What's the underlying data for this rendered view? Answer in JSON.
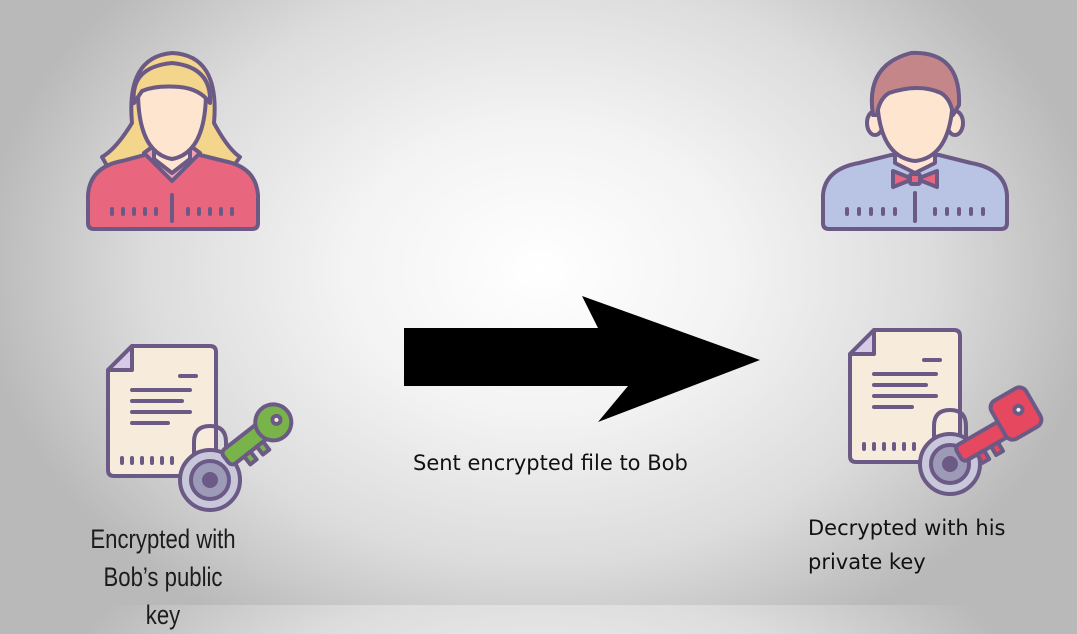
{
  "diagram": {
    "sender": {
      "icon": "woman-avatar-icon"
    },
    "receiver": {
      "icon": "man-avatar-icon"
    },
    "left_document": {
      "icon": "document-lock-key-icon",
      "key_color": "#79b44a",
      "caption_line1": "Encrypted with",
      "caption_line2": "Bob’s public key"
    },
    "arrow": {
      "icon": "right-arrow-icon",
      "label": "Sent encrypted file to Bob"
    },
    "right_document": {
      "icon": "document-lock-key-icon",
      "key_color": "#e5485f",
      "caption_line1": "Decrypted with his",
      "caption_line2": "private key"
    },
    "colors": {
      "outline": "#6c5a86",
      "woman_shirt": "#e9667f",
      "man_shirt": "#b9c3e4",
      "woman_hair": "#f3d58c",
      "man_hair": "#c5868a",
      "skin": "#fde5cf"
    }
  }
}
